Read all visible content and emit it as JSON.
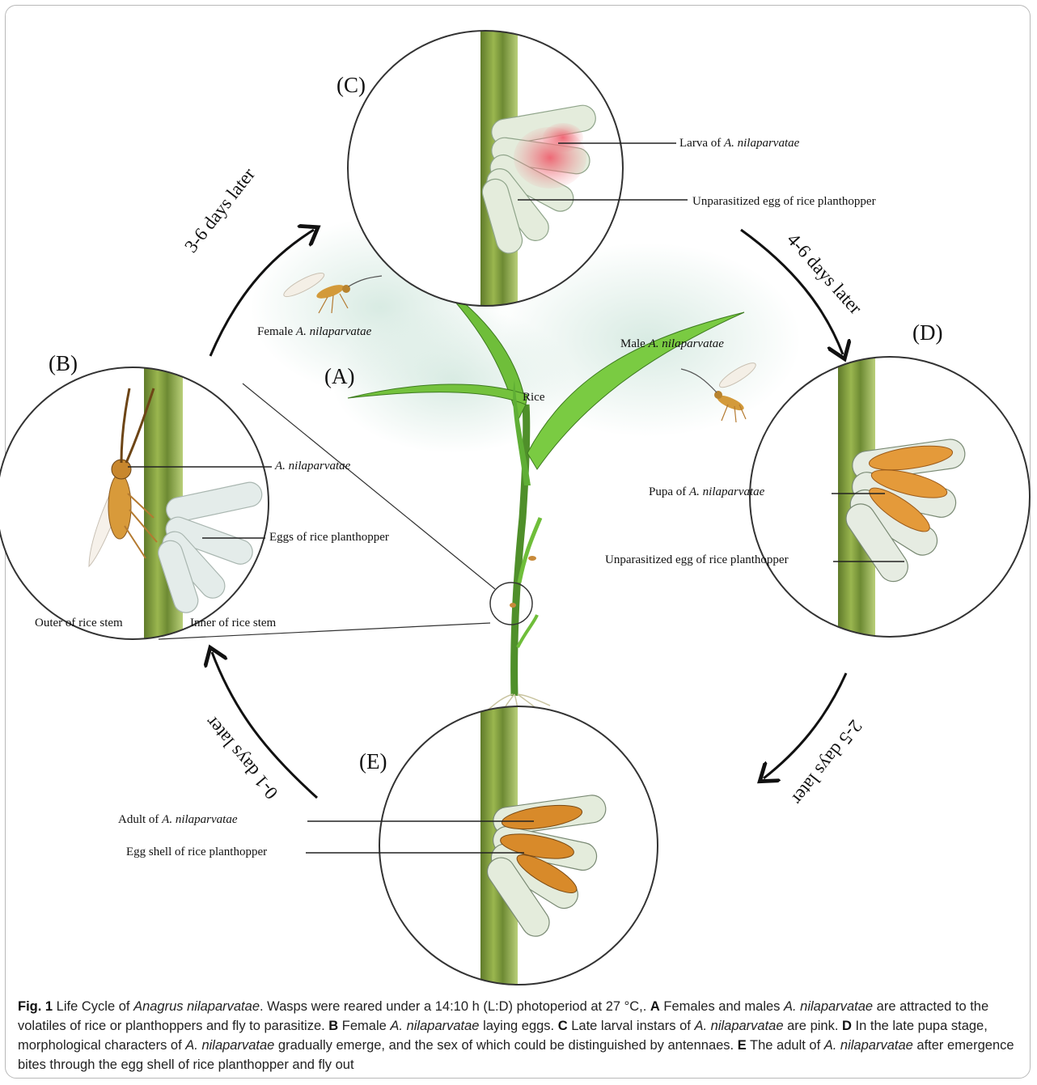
{
  "panels": {
    "A": "(A)",
    "B": "(B)",
    "C": "(C)",
    "D": "(D)",
    "E": "(E)"
  },
  "time_labels": {
    "b_to_c": "3-6 days later",
    "c_to_d": "4-6 days later",
    "d_to_e": "2-5 days later",
    "e_to_b": "0-1 days later"
  },
  "labels": {
    "female": {
      "prefix": "Female ",
      "species": "A. nilaparvatae"
    },
    "male": {
      "prefix": "Male ",
      "species": "A. nilaparvatae"
    },
    "rice": "Rice",
    "b_wasp": {
      "prefix": "",
      "species": "A. nilaparvatae"
    },
    "b_eggs": "Eggs of rice planthopper",
    "b_outer": "Outer of rice stem",
    "b_inner": "Inner of rice stem",
    "c_larva": {
      "prefix": "Larva of ",
      "species": "A. nilaparvatae"
    },
    "c_unparasitized": "Unparasitized egg of rice planthopper",
    "d_pupa": {
      "prefix": "Pupa of ",
      "species": "A. nilaparvatae"
    },
    "d_unparasitized": "Unparasitized egg of rice planthopper",
    "e_adult": {
      "prefix": "Adult of ",
      "species": "A. nilaparvatae"
    },
    "e_eggshell": "Egg shell of rice planthopper"
  },
  "caption": {
    "fig": "Fig. 1",
    "t1": "  Life Cycle of ",
    "t1_species": "Anagrus nilaparvatae",
    "t2": ". Wasps were reared under a 14:10 h (L:D) photoperiod at 27 °C,. ",
    "A_letter": "A",
    "A_t1": " Females and males ",
    "A_species": "A. nilaparvatae",
    "A_t2": " are attracted to the volatiles of rice or planthoppers and fly to parasitize. ",
    "B_letter": "B",
    "B_t1": " Female ",
    "B_species": "A. nilaparvatae",
    "B_t2": " laying eggs. ",
    "C_letter": "C",
    "C_t1": " Late larval instars of ",
    "C_species": "A. nilaparvatae",
    "C_t2": " are pink. ",
    "D_letter": "D",
    "D_t1": " In the late pupa stage, morphological characters of ",
    "D_species": "A. nilaparvatae",
    "D_t2": " gradually emerge, and the sex of which could be distinguished by antennaes. ",
    "E_letter": "E",
    "E_t1": " The adult of ",
    "E_species": "A. nilaparvatae",
    "E_t2": " after emergence bites through the egg shell of rice planthopper and fly out"
  },
  "colors": {
    "stem": "#7a9a3a",
    "leaf": "#6fbe3a",
    "egg": "#dfe8dc",
    "larva": "#ef6b78",
    "pupa": "#d98a2a",
    "mist": "#cfe6dc"
  }
}
